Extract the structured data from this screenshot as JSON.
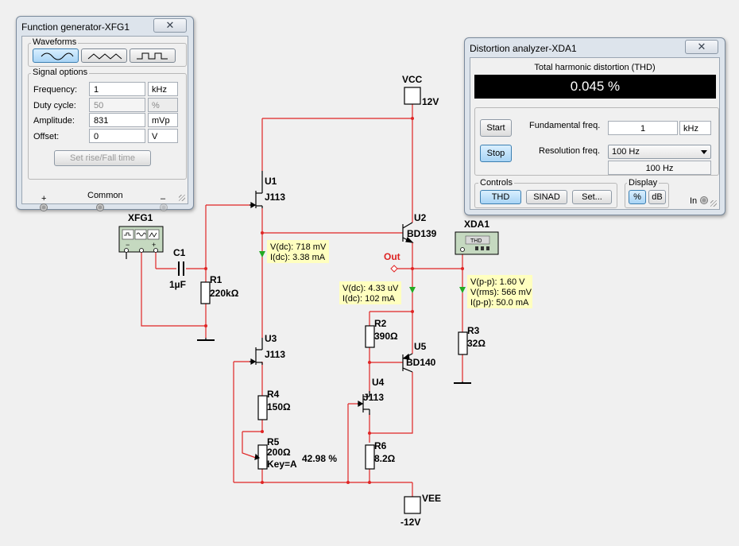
{
  "circuit": {
    "vcc": {
      "label": "VCC",
      "value": "12V"
    },
    "vee": {
      "label": "VEE",
      "value": "-12V"
    },
    "components": {
      "u1": {
        "ref": "U1",
        "part": "J113"
      },
      "u2": {
        "ref": "U2",
        "part": "BD139"
      },
      "u3": {
        "ref": "U3",
        "part": "J113"
      },
      "u4": {
        "ref": "U4",
        "part": "J113"
      },
      "u5": {
        "ref": "U5",
        "part": "BD140"
      },
      "c1": {
        "ref": "C1",
        "value": "1µF"
      },
      "r1": {
        "ref": "R1",
        "value": "220kΩ"
      },
      "r2": {
        "ref": "R2",
        "value": "390Ω"
      },
      "r3": {
        "ref": "R3",
        "value": "32Ω"
      },
      "r4": {
        "ref": "R4",
        "value": "150Ω"
      },
      "r5": {
        "ref": "R5",
        "value": "200Ω",
        "key": "Key=A",
        "setting": "42.98 %"
      },
      "r6": {
        "ref": "R6",
        "value": "8.2Ω"
      }
    },
    "xfg_label": "XFG1",
    "xda_label": "XDA1",
    "xda_icon_text": "THD",
    "out_label": "Out",
    "probes": {
      "p1": {
        "v": "V(dc): 718 mV",
        "i": "I(dc): 3.38 mA"
      },
      "p2": {
        "v": "V(dc): 4.33 uV",
        "i": "I(dc): 102 mA"
      },
      "p3": {
        "vpp": "V(p-p): 1.60 V",
        "vrms": "V(rms): 566 mV",
        "ipp": "I(p-p): 50.0 mA"
      }
    },
    "colors": {
      "wire": "#e02424",
      "ground_wire": "#cc3a3a",
      "probe_bg": "#ffffbf",
      "probe_arrow": "#22aa22",
      "out_label": "#dd2222"
    }
  },
  "function_generator": {
    "title": "Function generator-XFG1",
    "close_glyph": "✕",
    "waveforms_legend": "Waveforms",
    "waveforms": [
      "sine",
      "triangle",
      "square"
    ],
    "selected_waveform": "sine",
    "signal_options_legend": "Signal options",
    "fields": [
      {
        "label": "Frequency:",
        "value": "1",
        "unit": "kHz",
        "enabled": true
      },
      {
        "label": "Duty cycle:",
        "value": "50",
        "unit": "%",
        "enabled": false
      },
      {
        "label": "Amplitude:",
        "value": "831",
        "unit": "mVp",
        "enabled": true
      },
      {
        "label": "Offset:",
        "value": "0",
        "unit": "V",
        "enabled": true
      }
    ],
    "set_rise_fall_label": "Set rise/Fall time",
    "terminals": {
      "plus": "+",
      "common": "Common",
      "minus": "–"
    }
  },
  "distortion_analyzer": {
    "title": "Distortion analyzer-XDA1",
    "close_glyph": "✕",
    "thd_header": "Total harmonic distortion (THD)",
    "thd_value": "0.045 %",
    "start_label": "Start",
    "stop_label": "Stop",
    "fundamental_label": "Fundamental freq.",
    "fundamental_value": "1",
    "fundamental_unit": "kHz",
    "resolution_label": "Resolution freq.",
    "resolution_selected": "100 Hz",
    "resolution_display": "100 Hz",
    "controls_legend": "Controls",
    "controls": [
      "THD",
      "SINAD",
      "Set..."
    ],
    "display_legend": "Display",
    "display_options": [
      "%",
      "dB"
    ],
    "in_label": "In"
  }
}
